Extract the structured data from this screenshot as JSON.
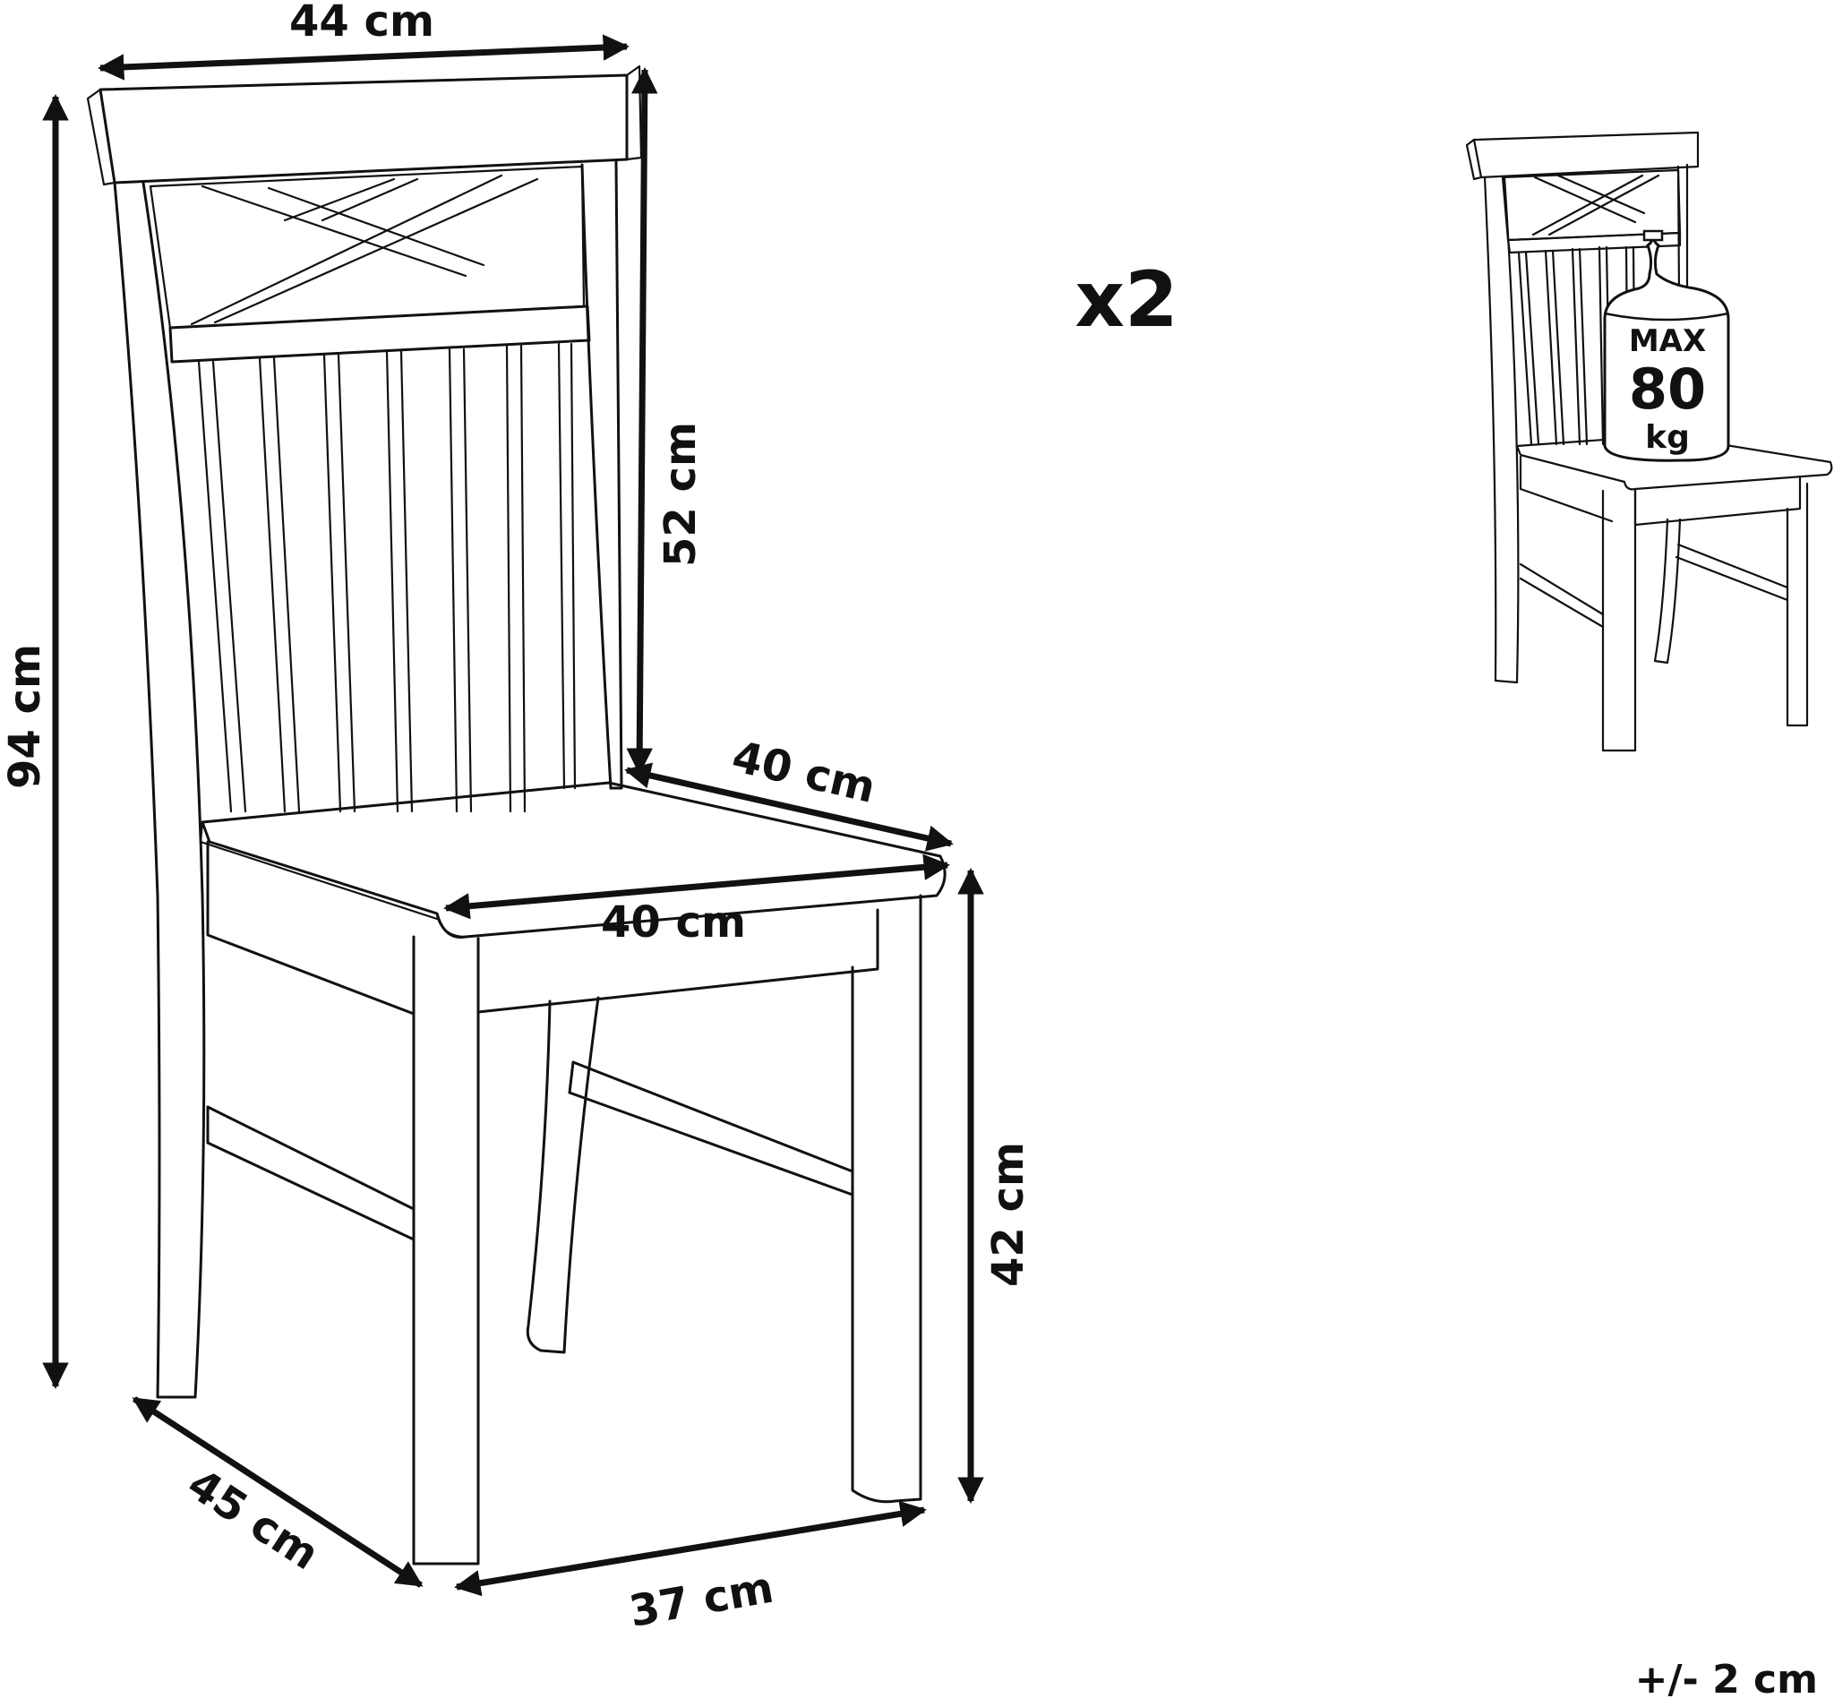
{
  "dimensions": {
    "width_top": "44 cm",
    "height_total": "94 cm",
    "backrest_height": "52 cm",
    "seat_depth": "40 cm",
    "seat_width": "40 cm",
    "seat_height": "42 cm",
    "base_depth": "45 cm",
    "base_width": "37 cm"
  },
  "quantity": "x2",
  "load_badge": {
    "line1": "MAX",
    "line2": "80",
    "line3": "kg"
  },
  "tolerance": "+/- 2 cm",
  "icons": [
    "chair-drawing",
    "chair-thumbnail",
    "weight-icon"
  ]
}
